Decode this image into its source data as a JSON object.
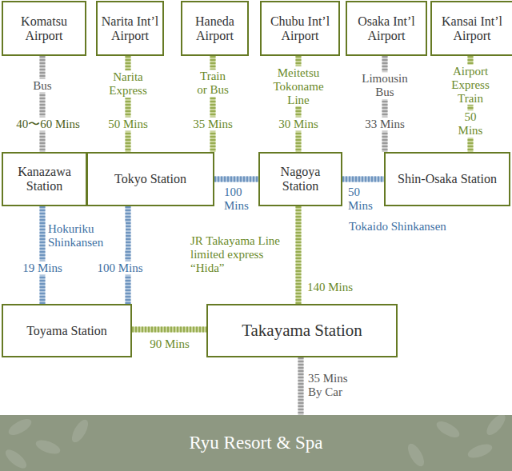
{
  "diagram": {
    "nodes": [
      {
        "text": [
          "Komatsu Airport"
        ]
      },
      {
        "text": [
          "Narita Int’l Airport"
        ]
      },
      {
        "text": [
          "Haneda Airport"
        ]
      },
      {
        "text": [
          "Chubu Int’l Airport"
        ]
      },
      {
        "text": [
          "Osaka Int’l Airport"
        ]
      },
      {
        "text": [
          "Kansai Int’l Airport"
        ]
      },
      {
        "text": [
          "Kanazawa Station"
        ]
      },
      {
        "text": [
          "Tokyo Station"
        ]
      },
      {
        "text": [
          "Nagoya Station"
        ]
      },
      {
        "text": [
          "Shin-Osaka Station"
        ]
      },
      {
        "text": [
          "Toyama Station"
        ]
      },
      {
        "text": [
          "Takayama Station"
        ]
      },
      {
        "text": [
          "Ryu Resort & Spa"
        ]
      }
    ],
    "edges": [
      {
        "from": 0,
        "to": 6,
        "label": "Bus",
        "arrow": "none"
      },
      {
        "from": 1,
        "to": 7,
        "label": "Narita Express",
        "arrow": "none"
      },
      {
        "from": 2,
        "to": 7,
        "label": "Train or Bus",
        "arrow": "none"
      },
      {
        "from": 3,
        "to": 8,
        "label": "Meitetsu Tokoname Line",
        "arrow": "none"
      },
      {
        "from": 4,
        "to": 9,
        "label": "Limousin Bus",
        "arrow": "none"
      },
      {
        "from": 5,
        "to": 9,
        "label": "Airport Express Train",
        "arrow": "none"
      },
      {
        "from": 7,
        "to": 8,
        "label": "100 Mins",
        "arrow": "none"
      },
      {
        "from": 8,
        "to": 9,
        "label": "50 Mins",
        "arrow": "none"
      },
      {
        "from": 6,
        "to": 10,
        "label": "19 Mins",
        "arrow": "none"
      },
      {
        "from": 7,
        "to": 10,
        "label": "100 Mins",
        "arrow": "none"
      },
      {
        "from": 8,
        "to": 11,
        "label": "140 Mins",
        "arrow": "none"
      },
      {
        "from": 10,
        "to": 11,
        "label": "90 Mins",
        "arrow": "none"
      },
      {
        "from": 11,
        "to": 12,
        "label": "35 Mins By Car",
        "arrow": "none"
      }
    ],
    "labels": [
      "40〜60 Mins",
      "50 Mins",
      "35 Mins",
      "30 Mins",
      "33 Mins",
      "50 Mins",
      "Tokaido Shinkansen",
      "Hokuriku Shinkansen",
      "JR Takayama Line limited express “Hida”"
    ]
  }
}
